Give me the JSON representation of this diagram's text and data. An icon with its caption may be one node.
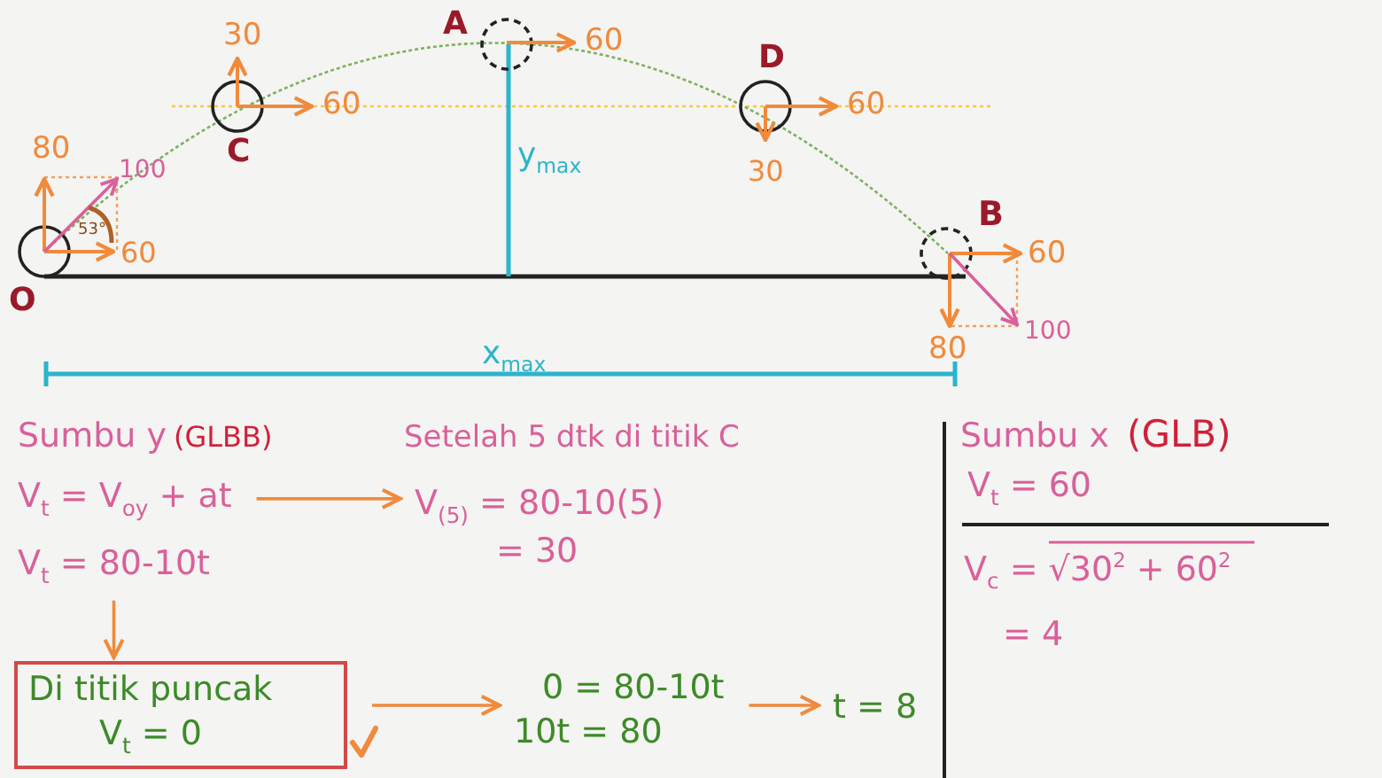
{
  "diagram": {
    "nodes": [
      {
        "text": [
          "V$_{t}$ = V$_{oy}$ + at"
        ]
      },
      {
        "text": [
          "V$_{(5)}$ = 80-10(5)",
          "= 30"
        ]
      },
      {
        "text": [
          "V$_{t}$ = 80-10t"
        ]
      },
      {
        "text": [
          "Di titik puncak",
          "V$_{t}$ = 0"
        ]
      },
      {
        "text": [
          "0 = 80-10t",
          "10t = 80"
        ]
      },
      {
        "text": [
          "t = 8"
        ]
      }
    ],
    "edges": [
      {
        "from": 0,
        "to": 1,
        "arrow": "to"
      },
      {
        "from": 2,
        "to": 3,
        "arrow": "to"
      },
      {
        "from": 3,
        "to": 4,
        "arrow": "to"
      },
      {
        "from": 4,
        "to": 5,
        "arrow": "to"
      }
    ],
    "labels": [
      "30",
      "A",
      "60",
      "D",
      "60",
      "C",
      "60",
      "80",
      "100",
      "53°",
      "60",
      "y$_{max}$",
      "B",
      "60",
      "O",
      "30",
      "100",
      "80",
      "x$_{max}$",
      "Sumbu y",
      "(GLBB)",
      "Setelah 5 dtk di titik C",
      "Sumbu x",
      "(GLB)",
      "V$_{t}$ = 60",
      "V$_{c}$ = √30$^{2}$ + 60$^{2}$",
      "= 4"
    ]
  }
}
